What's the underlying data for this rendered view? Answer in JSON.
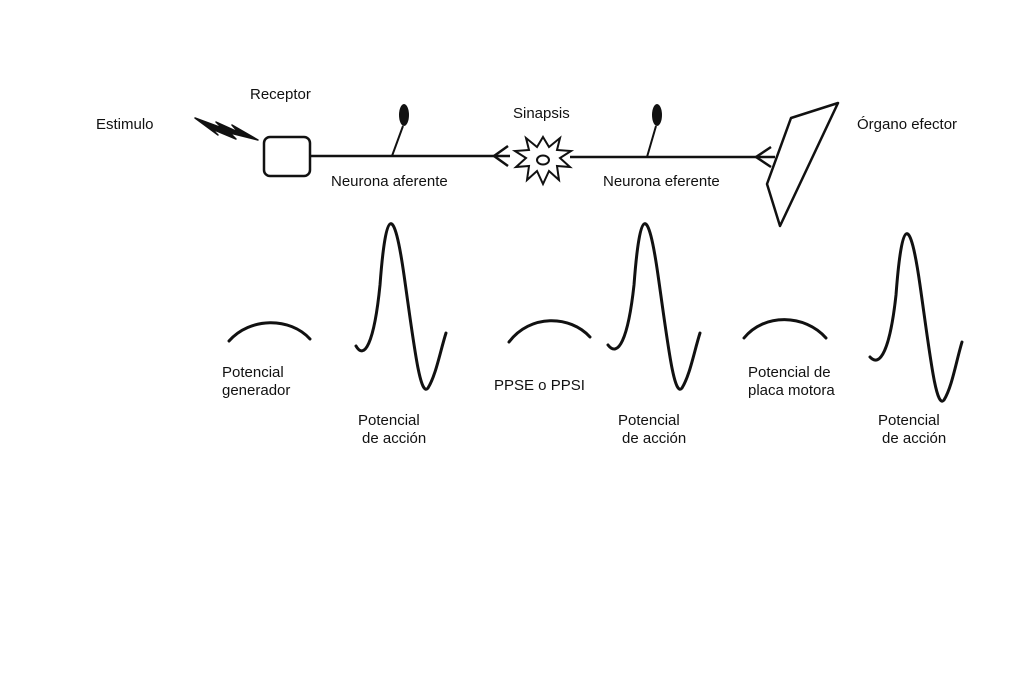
{
  "labels": {
    "stimulus": "Estimulo",
    "receptor": "Receptor",
    "afferent_neuron": "Neurona aferente",
    "synapse": "Sinapsis",
    "efferent_neuron": "Neurona eferente",
    "effector_organ": "Órgano efector"
  },
  "potentials": {
    "generator": [
      "Potencial",
      "generador"
    ],
    "action_1": [
      "Potencial",
      "de acción"
    ],
    "psp": "PPSE o PPSI",
    "action_2": [
      "Potencial",
      "de acción"
    ],
    "endplate": [
      "Potencial de",
      "placa motora"
    ],
    "action_3": [
      "Potencial",
      "de acción"
    ]
  },
  "colors": {
    "stroke": "#111111",
    "text": "#111111",
    "background": "#ffffff"
  }
}
